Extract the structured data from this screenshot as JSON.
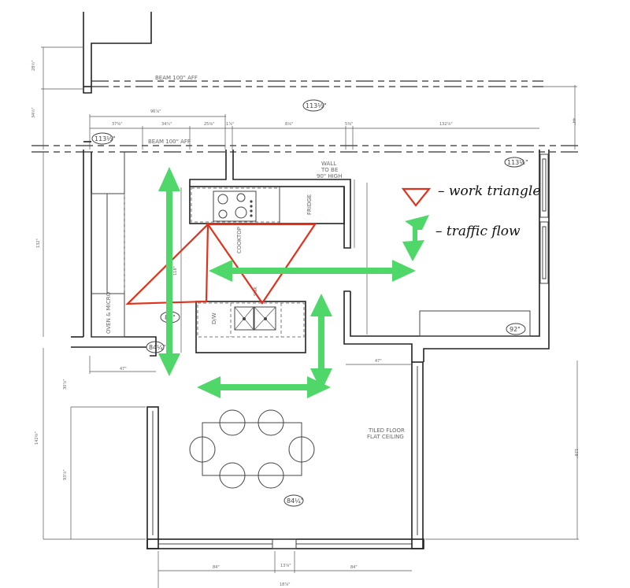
{
  "labels": {
    "beam_upper": "BEAM 100\" AFF",
    "beam_lower": "BEAM 100\" AFF",
    "wall_note_1": "WALL",
    "wall_note_2": "TO BE",
    "wall_note_3": "90\" HIGH",
    "fridge": "FRIDGE",
    "cooktop": "COOKTOP",
    "sink": "SINK",
    "dishwasher": "D/W",
    "oven": "OVEN & MICRO",
    "floor_1": "TILED FLOOR",
    "floor_2": "FLAT CEILING"
  },
  "ceiling_heights": {
    "top": "113½\"",
    "left": "113½\"",
    "right": "113½\"",
    "island_1": "84\"",
    "island_2": "84¼\"",
    "desk": "92\"",
    "dining": "84¼\""
  },
  "dimensions": {
    "overall_top": "96⅞\"",
    "seg1": "37⅜\"",
    "seg2": "34¼\"",
    "seg3": "25⅜\"",
    "seg4": "1⅞\"",
    "seg5": "8⅛\"",
    "seg6": "5⅜\"",
    "seg7": "132⅞\"",
    "left_top": "28½\"",
    "left_mid": "34½\"",
    "left_kitchen": "132\"",
    "left_dining": "142⅜\"",
    "left_window": "93⅞\"",
    "left_gap": "30⅞\"",
    "opening_left": "47\"",
    "opening_right": "47\"",
    "right_dining": "128\"",
    "right_top": "44\"",
    "aisle": "118\"",
    "bottom_left": "84\"",
    "bottom_mid": "13⅞\"",
    "bottom_right": "84\"",
    "bottom_total": "18⅞\""
  },
  "legend": {
    "work_triangle": "– work triangle",
    "traffic_flow": "– traffic flow",
    "triangle_color": "#e0321c",
    "flow_color": "#4fd869"
  }
}
